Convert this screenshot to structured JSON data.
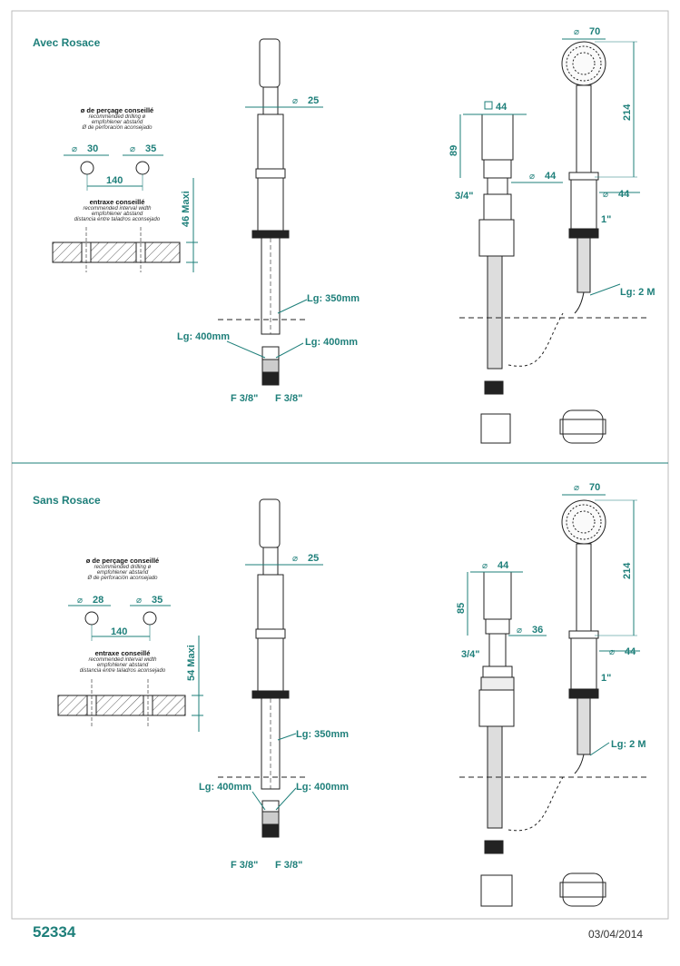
{
  "doc": {
    "code": "52334",
    "date": "03/04/2014"
  },
  "colors": {
    "accent": "#1e7f7a",
    "line": "#222222"
  },
  "sections": [
    {
      "title": "Avec Rosace",
      "drill": {
        "heading": "ø de perçage conseillé",
        "sub1": "recommended drilling ø",
        "sub2": "empfohlener abstand",
        "sub3": "Ø de perforación aconsejado",
        "d1": "30",
        "d2": "35",
        "spacing": "140"
      },
      "interval": {
        "heading": "entraxe conseillé",
        "sub1": "recommended interval width",
        "sub2": "empfohlener abstand",
        "sub3": "distancia entre taladros aconsejado",
        "maxi": "46 Maxi"
      },
      "spout": {
        "dia": "25",
        "lg_mid": "Lg: 350mm",
        "lg_left": "Lg: 400mm",
        "lg_right": "Lg: 400mm",
        "f_left": "F 3/8\"",
        "f_right": "F 3/8\""
      },
      "holder": {
        "top": "44",
        "height": "89",
        "dia": "44",
        "thread": "3/4\""
      },
      "shower": {
        "head": "70",
        "length": "214",
        "dia": "44",
        "thread": "1\"",
        "hose": "Lg: 2 M"
      }
    },
    {
      "title": "Sans Rosace",
      "drill": {
        "heading": "ø de perçage conseillé",
        "sub1": "recommended drilling ø",
        "sub2": "empfohlener abstand",
        "sub3": "Ø de perforación aconsejado",
        "d1": "28",
        "d2": "35",
        "spacing": "140"
      },
      "interval": {
        "heading": "entraxe conseillé",
        "sub1": "recommended interval width",
        "sub2": "empfohlener abstand",
        "sub3": "distancia entre taladros aconsejado",
        "maxi": "54 Maxi"
      },
      "spout": {
        "dia": "25",
        "lg_mid": "Lg: 350mm",
        "lg_left": "Lg: 400mm",
        "lg_right": "Lg: 400mm",
        "f_left": "F 3/8\"",
        "f_right": "F 3/8\""
      },
      "holder": {
        "top": "44",
        "height": "85",
        "dia": "36",
        "thread": "3/4\""
      },
      "shower": {
        "head": "70",
        "length": "214",
        "dia": "44",
        "thread": "1\"",
        "hose": "Lg: 2 M"
      }
    }
  ]
}
